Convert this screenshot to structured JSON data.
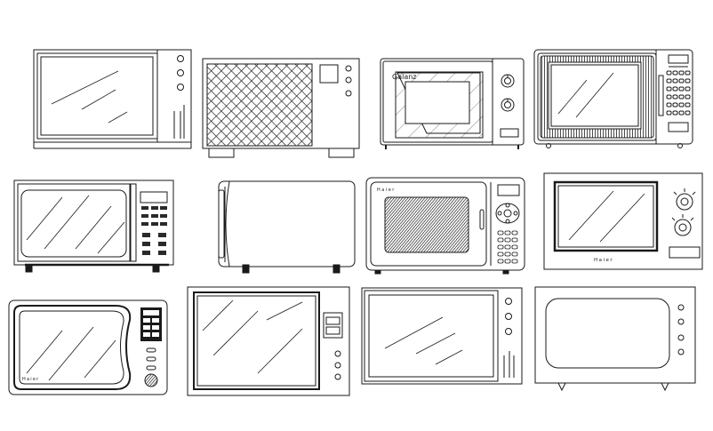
{
  "brands": {
    "galanz": "Galanz",
    "haier_a": "Haier",
    "haier_b": "Haier",
    "haier_c": "Haier"
  },
  "drawing": {
    "stroke": "#1a1a1a",
    "fill_dark": "#2a2a2a",
    "background": "#ffffff"
  }
}
